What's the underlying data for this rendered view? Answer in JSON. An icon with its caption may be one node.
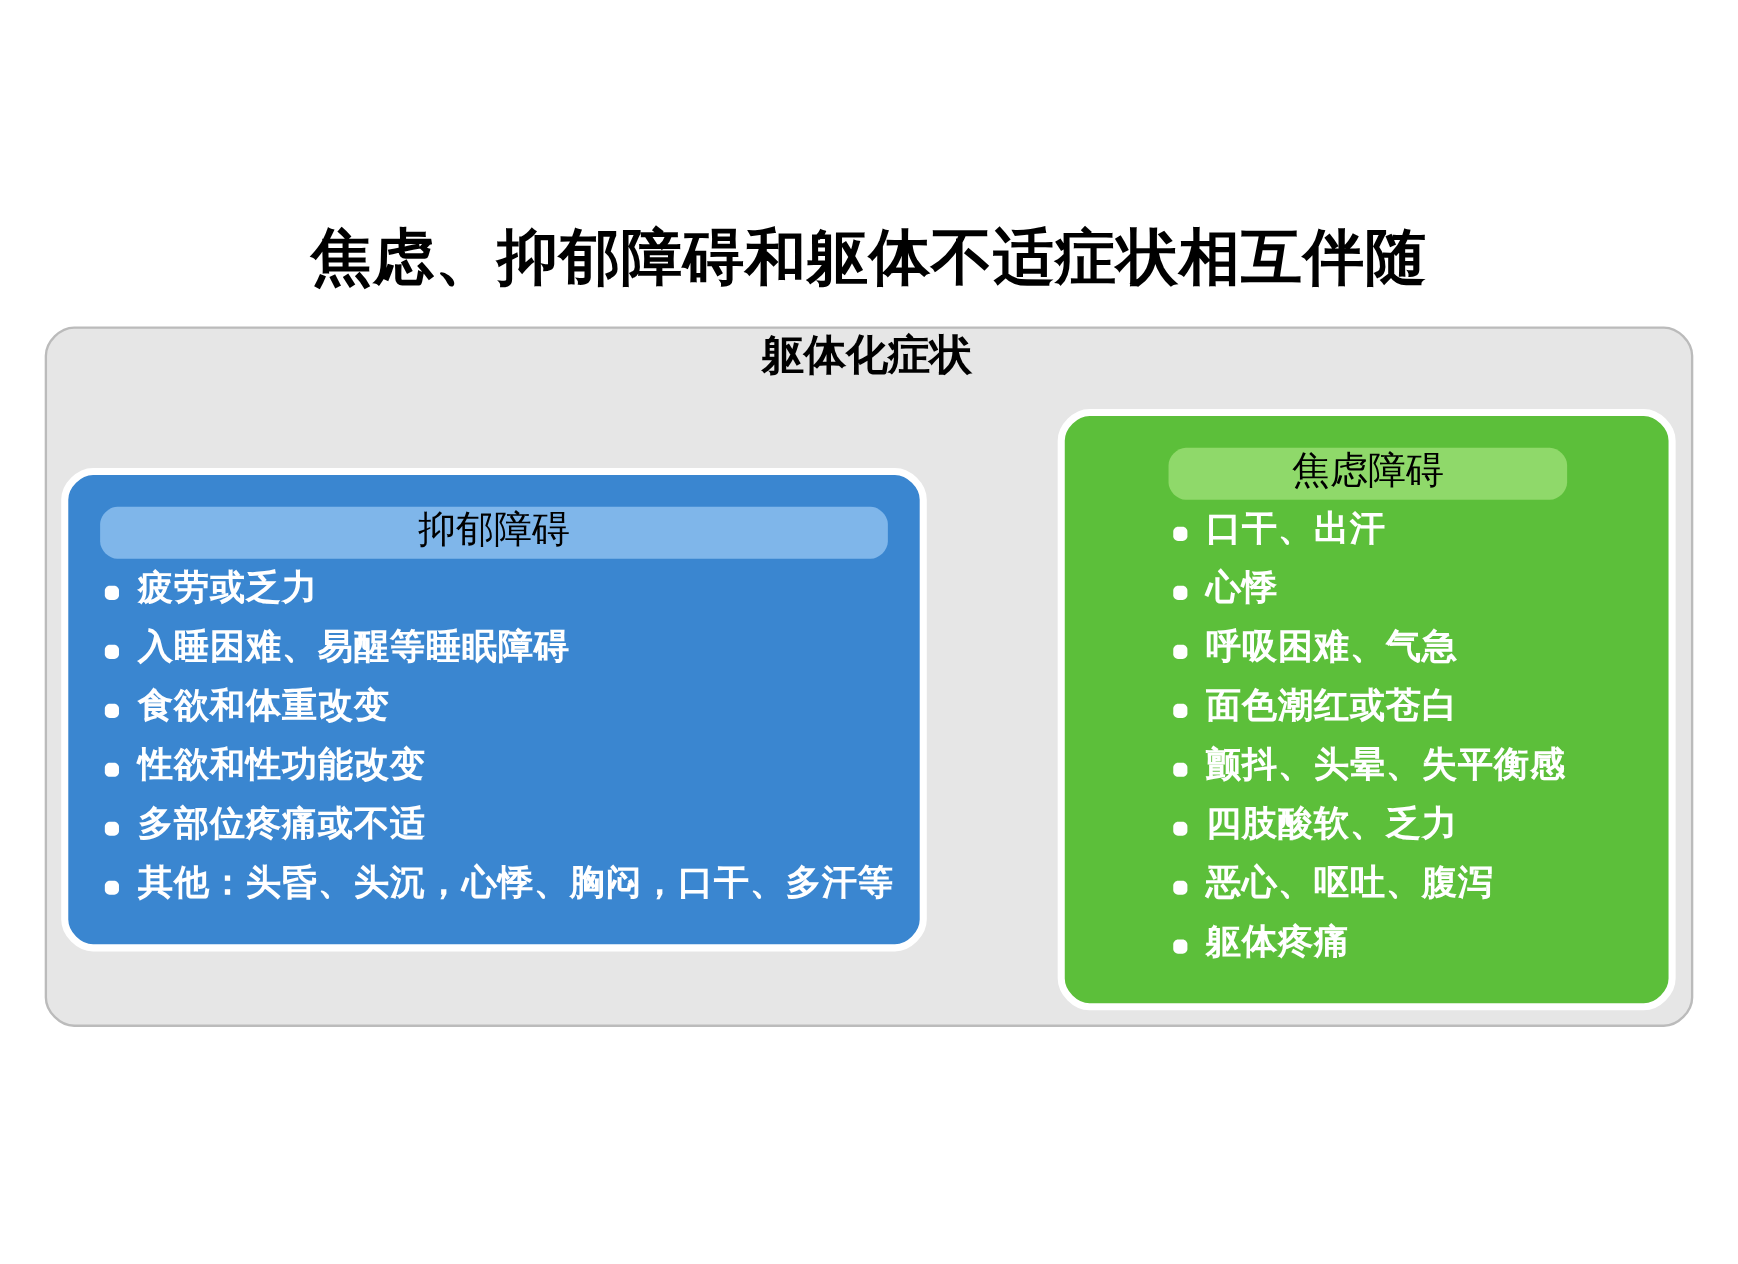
{
  "diagram": {
    "title": "焦虑、抑郁障碍和躯体不适症状相互伴随",
    "nodes": [
      {
        "text": [
          "躯体化症状"
        ]
      },
      {
        "text": [
          "焦虑障碍",
          "口干、出汗",
          "心悸",
          "呼吸困难、气急",
          "面色潮红或苍白",
          "颤抖、头晕、失平衡感",
          "四肢酸软、乏力",
          "恶心、呕吐、腹泻",
          "躯体疼痛"
        ],
        "in": 0
      },
      {
        "text": [
          "抑郁障碍",
          "疲劳或乏力",
          "入睡困难、易醒等睡眠障碍",
          "食欲和体重改变",
          "性欲和性功能改变",
          "多部位疼痛或不适",
          "其他：头昏、头沉，心悸、胸闷，口干、多汗等"
        ],
        "in": 0
      }
    ]
  }
}
